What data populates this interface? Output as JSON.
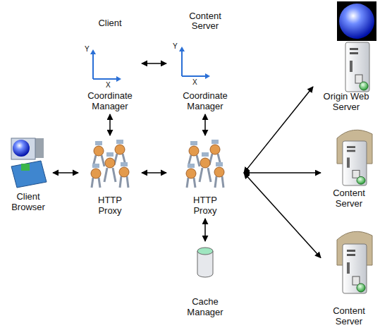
{
  "diagram": {
    "nodes": [
      {
        "text": [
          "Client Browser"
        ]
      },
      {
        "text": [
          "Client"
        ]
      },
      {
        "text": [
          "Coordinate Manager"
        ],
        "in": 1
      },
      {
        "text": [
          "HTTP Proxy"
        ],
        "in": 1
      },
      {
        "text": [
          "Content Server"
        ]
      },
      {
        "text": [
          "Coordinate Manager"
        ],
        "in": 4
      },
      {
        "text": [
          "HTTP Proxy"
        ],
        "in": 4
      },
      {
        "text": [
          "Cache Manager"
        ],
        "in": 4
      },
      {
        "text": [
          "Origin Web Server"
        ]
      },
      {
        "text": [
          "Content Server"
        ]
      },
      {
        "text": [
          "Content Server"
        ]
      }
    ],
    "edges": [
      {
        "from": 0,
        "to": 3,
        "arrow": "both"
      },
      {
        "from": 2,
        "to": 3,
        "arrow": "both"
      },
      {
        "from": 2,
        "to": 5,
        "arrow": "both"
      },
      {
        "from": 3,
        "to": 6,
        "arrow": "both"
      },
      {
        "from": 5,
        "to": 6,
        "arrow": "both"
      },
      {
        "from": 6,
        "to": 7,
        "arrow": "both"
      },
      {
        "from": 6,
        "to": 8,
        "arrow": "both"
      },
      {
        "from": 6,
        "to": 9,
        "arrow": "both"
      },
      {
        "from": 6,
        "to": 10,
        "arrow": "both"
      }
    ],
    "labels": [
      "Y",
      "X",
      "Y",
      "X"
    ]
  }
}
